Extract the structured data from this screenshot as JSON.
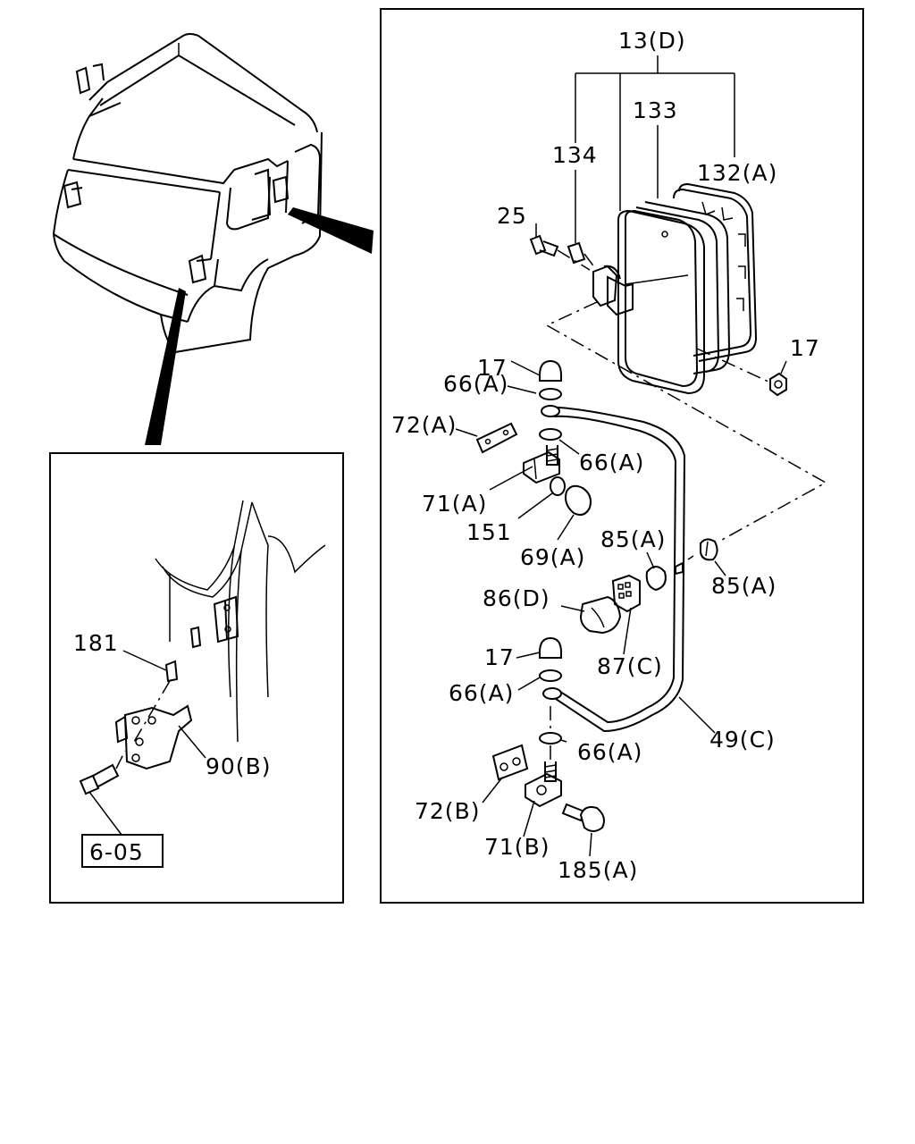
{
  "callouts": {
    "c13d": "13(D)",
    "c133": "133",
    "c134": "134",
    "c132a": "132(A)",
    "c25": "25",
    "c17_top": "17",
    "c17_nut": "17",
    "c66a_1": "66(A)",
    "c72a": "72(A)",
    "c66a_2": "66(A)",
    "c71a": "71(A)",
    "c151": "151",
    "c69a": "69(A)",
    "c85a_1": "85(A)",
    "c85a_2": "85(A)",
    "c86d": "86(D)",
    "c17_mid": "17",
    "c87c": "87(C)",
    "c66a_3": "66(A)",
    "c49c": "49(C)",
    "c66a_4": "66(A)",
    "c72b": "72(B)",
    "c71b": "71(B)",
    "c185a": "185(A)",
    "c181": "181",
    "c90b": "90(B)",
    "ref_box": "6-05"
  },
  "colors": {
    "line": "#000000",
    "background": "#ffffff"
  }
}
